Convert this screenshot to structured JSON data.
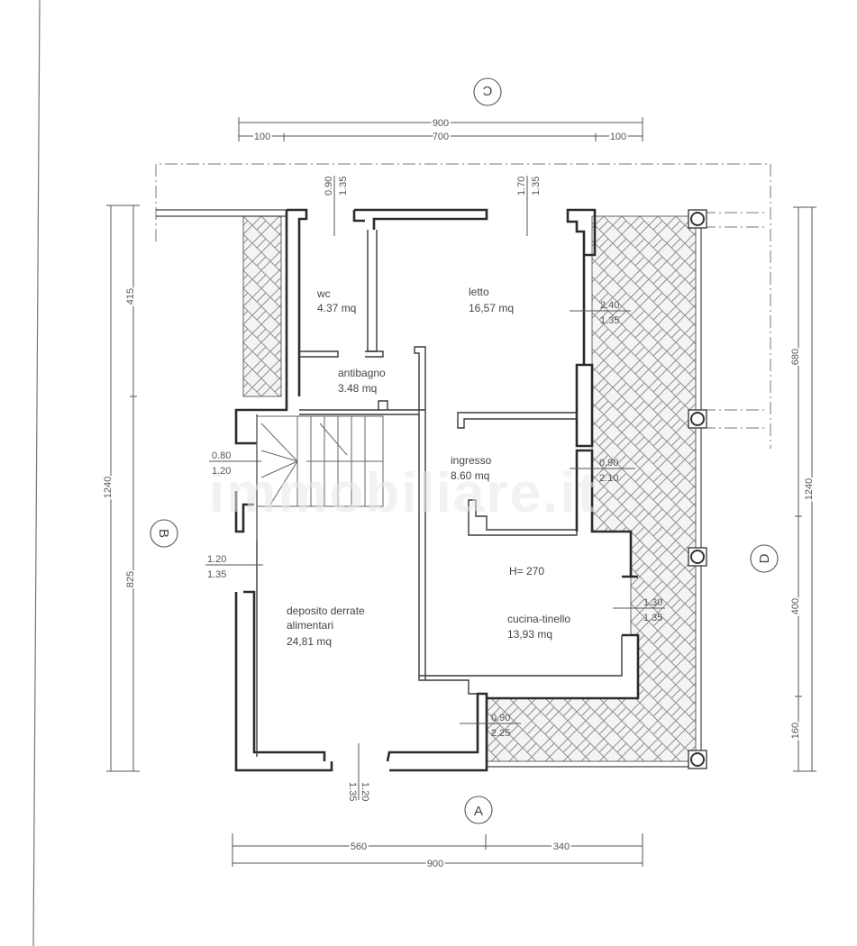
{
  "plan": {
    "height_note": "H= 270",
    "watermark": "immobiliare.it",
    "rooms": [
      {
        "name": "wc",
        "area": "4.37 mq"
      },
      {
        "name": "letto",
        "area": "16,57 mq"
      },
      {
        "name": "antibagno",
        "area": "3.48 mq"
      },
      {
        "name": "ingresso",
        "area": "8.60 mq"
      },
      {
        "name_line1": "deposito derrate",
        "name_line2": "alimentari",
        "area": "24,81 mq"
      },
      {
        "name": "cucina-tinello",
        "area": "13,93 mq"
      }
    ],
    "openings": [
      {
        "w": "0.90",
        "h": "1.35"
      },
      {
        "w": "1.70",
        "h": "1.35"
      },
      {
        "w": "2.40",
        "h": "1.35"
      },
      {
        "w": "0.80",
        "h": "1.20"
      },
      {
        "w": "0.90",
        "h": "2.10"
      },
      {
        "w": "1.20",
        "h": "1.35"
      },
      {
        "w": "1.30",
        "h": "1.35"
      },
      {
        "w": "0.90",
        "h": "2.25"
      },
      {
        "w": "1.20",
        "h": "1.35"
      }
    ],
    "axes": {
      "top": "C",
      "left": "B",
      "right": "D",
      "bottom": "A"
    },
    "dimensions": {
      "top_total": "900",
      "top_left": "100",
      "top_mid": "700",
      "top_right": "100",
      "left_total": "1240",
      "left_upper": "415",
      "left_lower": "825",
      "right_total": "1240",
      "right_upper": "680",
      "right_mid": "400",
      "right_lower": "160",
      "bottom_left": "560",
      "bottom_right": "340",
      "bottom_total": "900"
    }
  }
}
